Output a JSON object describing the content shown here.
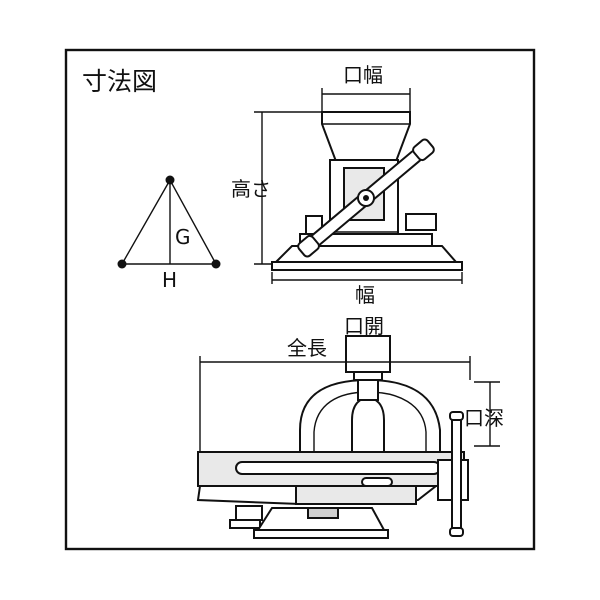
{
  "title": "寸法図",
  "triangle": {
    "g_label": "G",
    "h_label": "H"
  },
  "top_view": {
    "jaw_width_label": "口幅",
    "height_label": "高さ",
    "width_label": "幅"
  },
  "side_view": {
    "jaw_opening_label": "口開",
    "total_length_label": "全長",
    "jaw_depth_label": "口深"
  }
}
